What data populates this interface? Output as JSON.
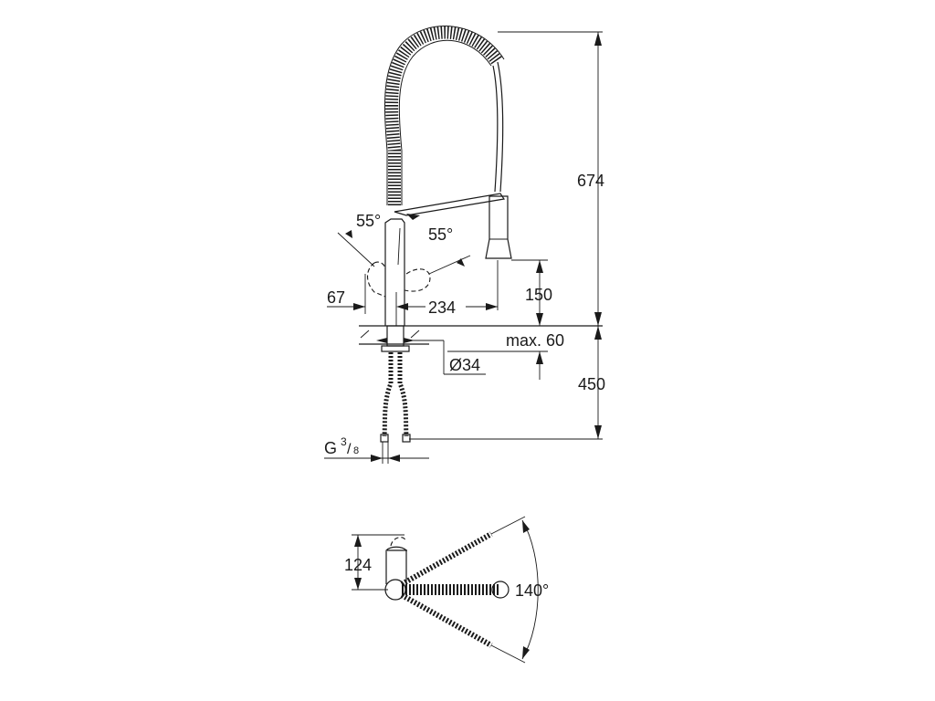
{
  "side_view": {
    "total_height": "674",
    "swivel_angle_left": "55°",
    "swivel_angle_right": "55°",
    "handle_offset": "67",
    "spout_reach": "234",
    "spout_clearance": "150",
    "max_counter_thickness": "max. 60",
    "hole_diameter": "Ø34",
    "hose_length": "450",
    "connection_thread": "G",
    "connection_thread_num": "3",
    "connection_thread_den": "8"
  },
  "top_view": {
    "depth": "124",
    "swivel_range": "140°"
  }
}
